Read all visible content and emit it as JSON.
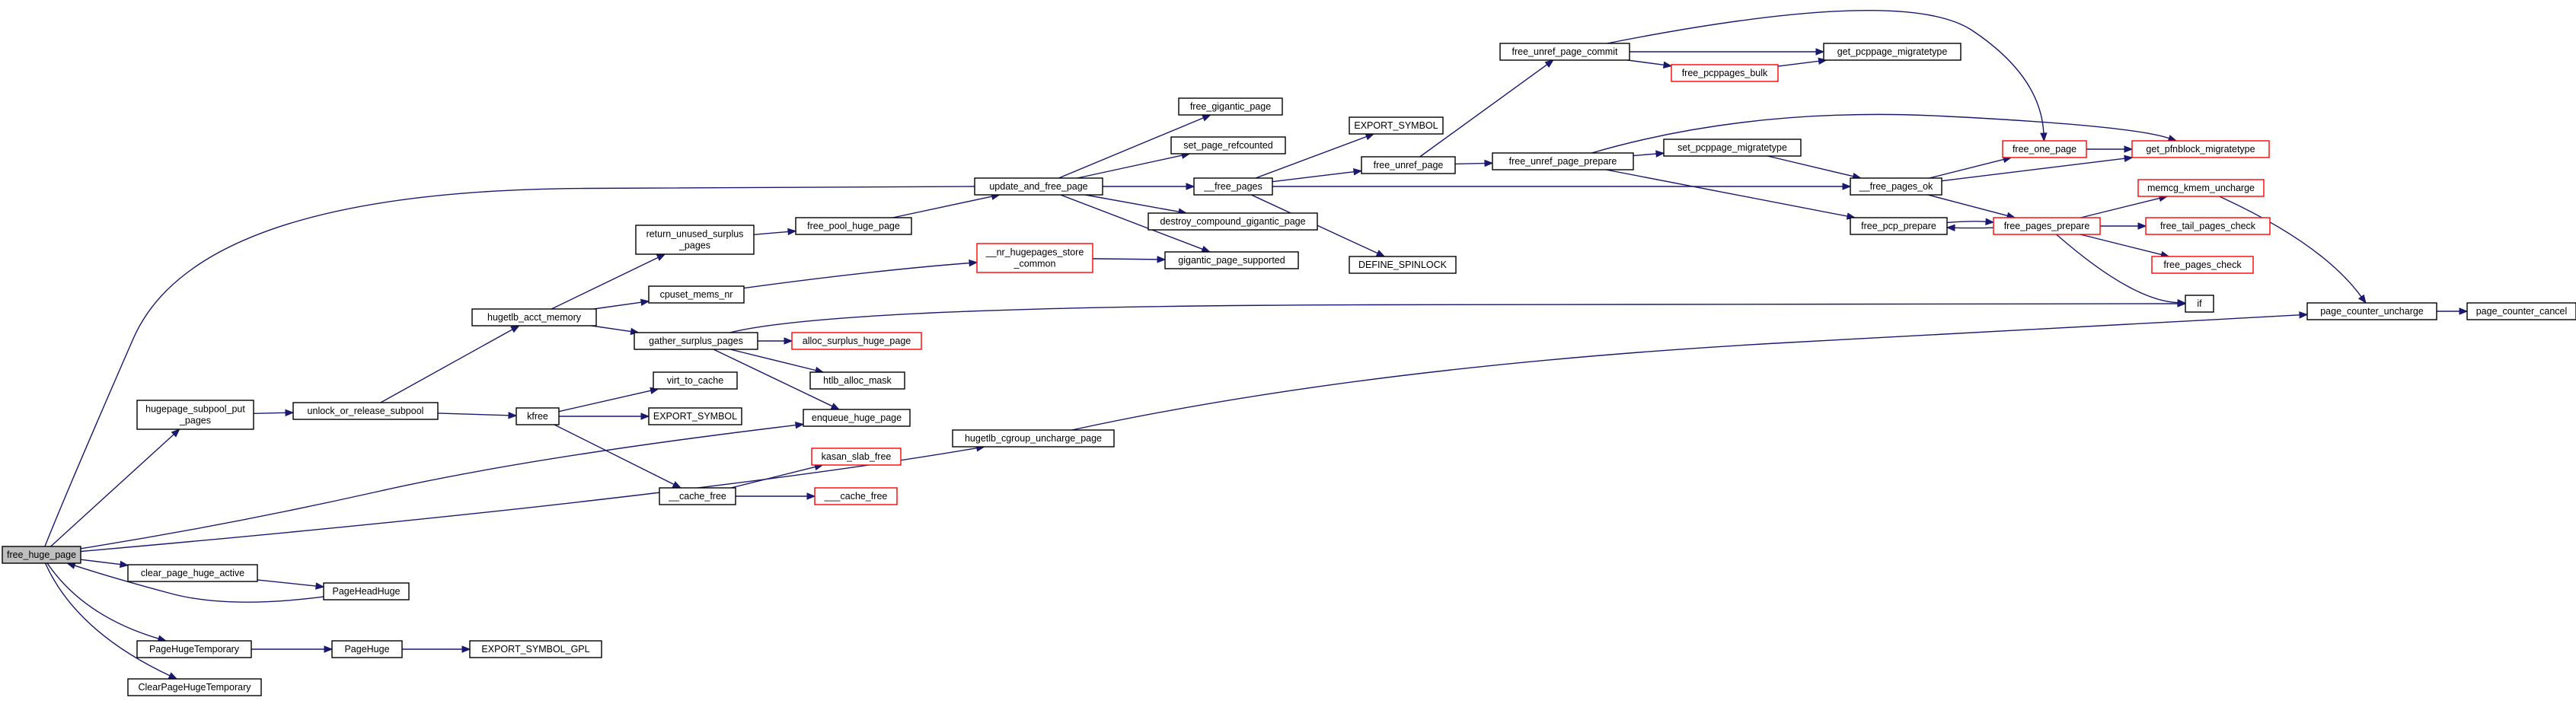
{
  "graph": {
    "root_node": "free_huge_page",
    "colors": {
      "edge": "#191970",
      "normal_border": "#000000",
      "truncated_border": "#ff0000",
      "root_fill": "#bfbfbf"
    },
    "nodes": [
      {
        "id": "free_huge_page",
        "lines": [
          "free_huge_page"
        ],
        "style": "root"
      },
      {
        "id": "hugepage_subpool_put_pages",
        "lines": [
          "hugepage_subpool_put",
          "_pages"
        ]
      },
      {
        "id": "clear_page_huge_active",
        "lines": [
          "clear_page_huge_active"
        ]
      },
      {
        "id": "PageHugeTemporary",
        "lines": [
          "PageHugeTemporary"
        ]
      },
      {
        "id": "ClearPageHugeTemporary",
        "lines": [
          "ClearPageHugeTemporary"
        ]
      },
      {
        "id": "unlock_or_release_subpool",
        "lines": [
          "unlock_or_release_subpool"
        ]
      },
      {
        "id": "PageHeadHuge",
        "lines": [
          "PageHeadHuge"
        ]
      },
      {
        "id": "PageHuge",
        "lines": [
          "PageHuge"
        ]
      },
      {
        "id": "EXPORT_SYMBOL_GPL",
        "lines": [
          "EXPORT_SYMBOL_GPL"
        ]
      },
      {
        "id": "hugetlb_acct_memory",
        "lines": [
          "hugetlb_acct_memory"
        ]
      },
      {
        "id": "kfree",
        "lines": [
          "kfree"
        ]
      },
      {
        "id": "return_unused_surplus_pages",
        "lines": [
          "return_unused_surplus",
          "_pages"
        ]
      },
      {
        "id": "cpuset_mems_nr",
        "lines": [
          "cpuset_mems_nr"
        ]
      },
      {
        "id": "gather_surplus_pages",
        "lines": [
          "gather_surplus_pages"
        ]
      },
      {
        "id": "virt_to_cache",
        "lines": [
          "virt_to_cache"
        ]
      },
      {
        "id": "EXPORT_SYMBOL_kfree",
        "lines": [
          "EXPORT_SYMBOL"
        ]
      },
      {
        "id": "cache_free",
        "lines": [
          "__cache_free"
        ]
      },
      {
        "id": "free_pool_huge_page",
        "lines": [
          "free_pool_huge_page"
        ]
      },
      {
        "id": "alloc_surplus_huge_page",
        "lines": [
          "alloc_surplus_huge_page"
        ],
        "style": "red"
      },
      {
        "id": "htlb_alloc_mask",
        "lines": [
          "htlb_alloc_mask"
        ]
      },
      {
        "id": "enqueue_huge_page",
        "lines": [
          "enqueue_huge_page"
        ]
      },
      {
        "id": "kasan_slab_free",
        "lines": [
          "kasan_slab_free"
        ],
        "style": "red"
      },
      {
        "id": "___cache_free",
        "lines": [
          "___cache_free"
        ],
        "style": "red"
      },
      {
        "id": "update_and_free_page",
        "lines": [
          "update_and_free_page"
        ]
      },
      {
        "id": "nr_hugepages_store_common",
        "lines": [
          "__nr_hugepages_store",
          "_common"
        ],
        "style": "red"
      },
      {
        "id": "hugetlb_cgroup_uncharge_page",
        "lines": [
          "hugetlb_cgroup_uncharge_page"
        ]
      },
      {
        "id": "free_gigantic_page",
        "lines": [
          "free_gigantic_page"
        ]
      },
      {
        "id": "set_page_refcounted",
        "lines": [
          "set_page_refcounted"
        ]
      },
      {
        "id": "free_pages",
        "lines": [
          "__free_pages"
        ]
      },
      {
        "id": "destroy_compound_gigantic_page",
        "lines": [
          "destroy_compound_gigantic_page"
        ]
      },
      {
        "id": "gigantic_page_supported",
        "lines": [
          "gigantic_page_supported"
        ]
      },
      {
        "id": "EXPORT_SYMBOL_fp",
        "lines": [
          "EXPORT_SYMBOL"
        ]
      },
      {
        "id": "free_unref_page",
        "lines": [
          "free_unref_page"
        ]
      },
      {
        "id": "DEFINE_SPINLOCK",
        "lines": [
          "DEFINE_SPINLOCK"
        ]
      },
      {
        "id": "free_unref_page_commit",
        "lines": [
          "free_unref_page_commit"
        ]
      },
      {
        "id": "free_unref_page_prepare",
        "lines": [
          "free_unref_page_prepare"
        ]
      },
      {
        "id": "free_pcppages_bulk",
        "lines": [
          "free_pcppages_bulk"
        ],
        "style": "red"
      },
      {
        "id": "get_pcppage_migratetype",
        "lines": [
          "get_pcppage_migratetype"
        ]
      },
      {
        "id": "set_pcppage_migratetype",
        "lines": [
          "set_pcppage_migratetype"
        ]
      },
      {
        "id": "free_pages_ok",
        "lines": [
          "__free_pages_ok"
        ]
      },
      {
        "id": "free_pcp_prepare",
        "lines": [
          "free_pcp_prepare"
        ]
      },
      {
        "id": "free_one_page",
        "lines": [
          "free_one_page"
        ],
        "style": "red"
      },
      {
        "id": "get_pfnblock_migratetype",
        "lines": [
          "get_pfnblock_migratetype"
        ],
        "style": "red"
      },
      {
        "id": "free_pages_prepare",
        "lines": [
          "free_pages_prepare"
        ],
        "style": "red"
      },
      {
        "id": "memcg_kmem_uncharge",
        "lines": [
          "memcg_kmem_uncharge"
        ],
        "style": "red"
      },
      {
        "id": "free_tail_pages_check",
        "lines": [
          "free_tail_pages_check"
        ],
        "style": "red"
      },
      {
        "id": "free_pages_check",
        "lines": [
          "free_pages_check"
        ],
        "style": "red"
      },
      {
        "id": "if",
        "lines": [
          "if"
        ]
      },
      {
        "id": "page_counter_uncharge",
        "lines": [
          "page_counter_uncharge"
        ]
      },
      {
        "id": "page_counter_cancel",
        "lines": [
          "page_counter_cancel"
        ]
      }
    ],
    "edges": [
      [
        "free_huge_page",
        "hugepage_subpool_put_pages"
      ],
      [
        "free_huge_page",
        "clear_page_huge_active"
      ],
      [
        "free_huge_page",
        "PageHugeTemporary"
      ],
      [
        "free_huge_page",
        "ClearPageHugeTemporary"
      ],
      [
        "free_huge_page",
        "update_and_free_page"
      ],
      [
        "free_huge_page",
        "enqueue_huge_page"
      ],
      [
        "free_huge_page",
        "hugetlb_cgroup_uncharge_page"
      ],
      [
        "PageHeadHuge",
        "free_huge_page"
      ],
      [
        "hugepage_subpool_put_pages",
        "unlock_or_release_subpool"
      ],
      [
        "unlock_or_release_subpool",
        "hugetlb_acct_memory"
      ],
      [
        "unlock_or_release_subpool",
        "kfree"
      ],
      [
        "clear_page_huge_active",
        "PageHeadHuge"
      ],
      [
        "PageHugeTemporary",
        "PageHuge"
      ],
      [
        "PageHuge",
        "EXPORT_SYMBOL_GPL"
      ],
      [
        "hugetlb_acct_memory",
        "return_unused_surplus_pages"
      ],
      [
        "hugetlb_acct_memory",
        "cpuset_mems_nr"
      ],
      [
        "hugetlb_acct_memory",
        "gather_surplus_pages"
      ],
      [
        "kfree",
        "virt_to_cache"
      ],
      [
        "kfree",
        "EXPORT_SYMBOL_kfree"
      ],
      [
        "kfree",
        "cache_free"
      ],
      [
        "return_unused_surplus_pages",
        "free_pool_huge_page"
      ],
      [
        "free_pool_huge_page",
        "update_and_free_page"
      ],
      [
        "cpuset_mems_nr",
        "nr_hugepages_store_common"
      ],
      [
        "nr_hugepages_store_common",
        "gigantic_page_supported"
      ],
      [
        "gather_surplus_pages",
        "alloc_surplus_huge_page"
      ],
      [
        "gather_surplus_pages",
        "htlb_alloc_mask"
      ],
      [
        "gather_surplus_pages",
        "enqueue_huge_page"
      ],
      [
        "gather_surplus_pages",
        "if"
      ],
      [
        "cache_free",
        "kasan_slab_free"
      ],
      [
        "cache_free",
        "___cache_free"
      ],
      [
        "update_and_free_page",
        "free_gigantic_page"
      ],
      [
        "update_and_free_page",
        "set_page_refcounted"
      ],
      [
        "update_and_free_page",
        "free_pages"
      ],
      [
        "update_and_free_page",
        "destroy_compound_gigantic_page"
      ],
      [
        "update_and_free_page",
        "gigantic_page_supported"
      ],
      [
        "free_pages",
        "EXPORT_SYMBOL_fp"
      ],
      [
        "free_pages",
        "free_unref_page"
      ],
      [
        "free_pages",
        "DEFINE_SPINLOCK"
      ],
      [
        "free_pages",
        "free_pages_ok"
      ],
      [
        "free_unref_page",
        "free_unref_page_commit"
      ],
      [
        "free_unref_page",
        "free_unref_page_prepare"
      ],
      [
        "free_unref_page_commit",
        "free_pcppages_bulk"
      ],
      [
        "free_unref_page_commit",
        "get_pcppage_migratetype"
      ],
      [
        "free_unref_page_commit",
        "free_one_page"
      ],
      [
        "free_pcppages_bulk",
        "get_pcppage_migratetype"
      ],
      [
        "free_unref_page_prepare",
        "set_pcppage_migratetype"
      ],
      [
        "free_unref_page_prepare",
        "free_pcp_prepare"
      ],
      [
        "free_unref_page_prepare",
        "get_pfnblock_migratetype"
      ],
      [
        "set_pcppage_migratetype",
        "free_pages_ok"
      ],
      [
        "free_pages_ok",
        "free_one_page"
      ],
      [
        "free_pages_ok",
        "get_pfnblock_migratetype"
      ],
      [
        "free_pages_ok",
        "free_pages_prepare"
      ],
      [
        "free_pcp_prepare",
        "free_pages_prepare"
      ],
      [
        "free_pages_prepare",
        "free_pcp_prepare"
      ],
      [
        "free_pages_prepare",
        "memcg_kmem_uncharge"
      ],
      [
        "free_pages_prepare",
        "free_tail_pages_check"
      ],
      [
        "free_pages_prepare",
        "free_pages_check"
      ],
      [
        "free_pages_prepare",
        "if"
      ],
      [
        "free_one_page",
        "get_pfnblock_migratetype"
      ],
      [
        "memcg_kmem_uncharge",
        "page_counter_uncharge"
      ],
      [
        "hugetlb_cgroup_uncharge_page",
        "page_counter_uncharge"
      ],
      [
        "page_counter_uncharge",
        "page_counter_cancel"
      ]
    ]
  }
}
